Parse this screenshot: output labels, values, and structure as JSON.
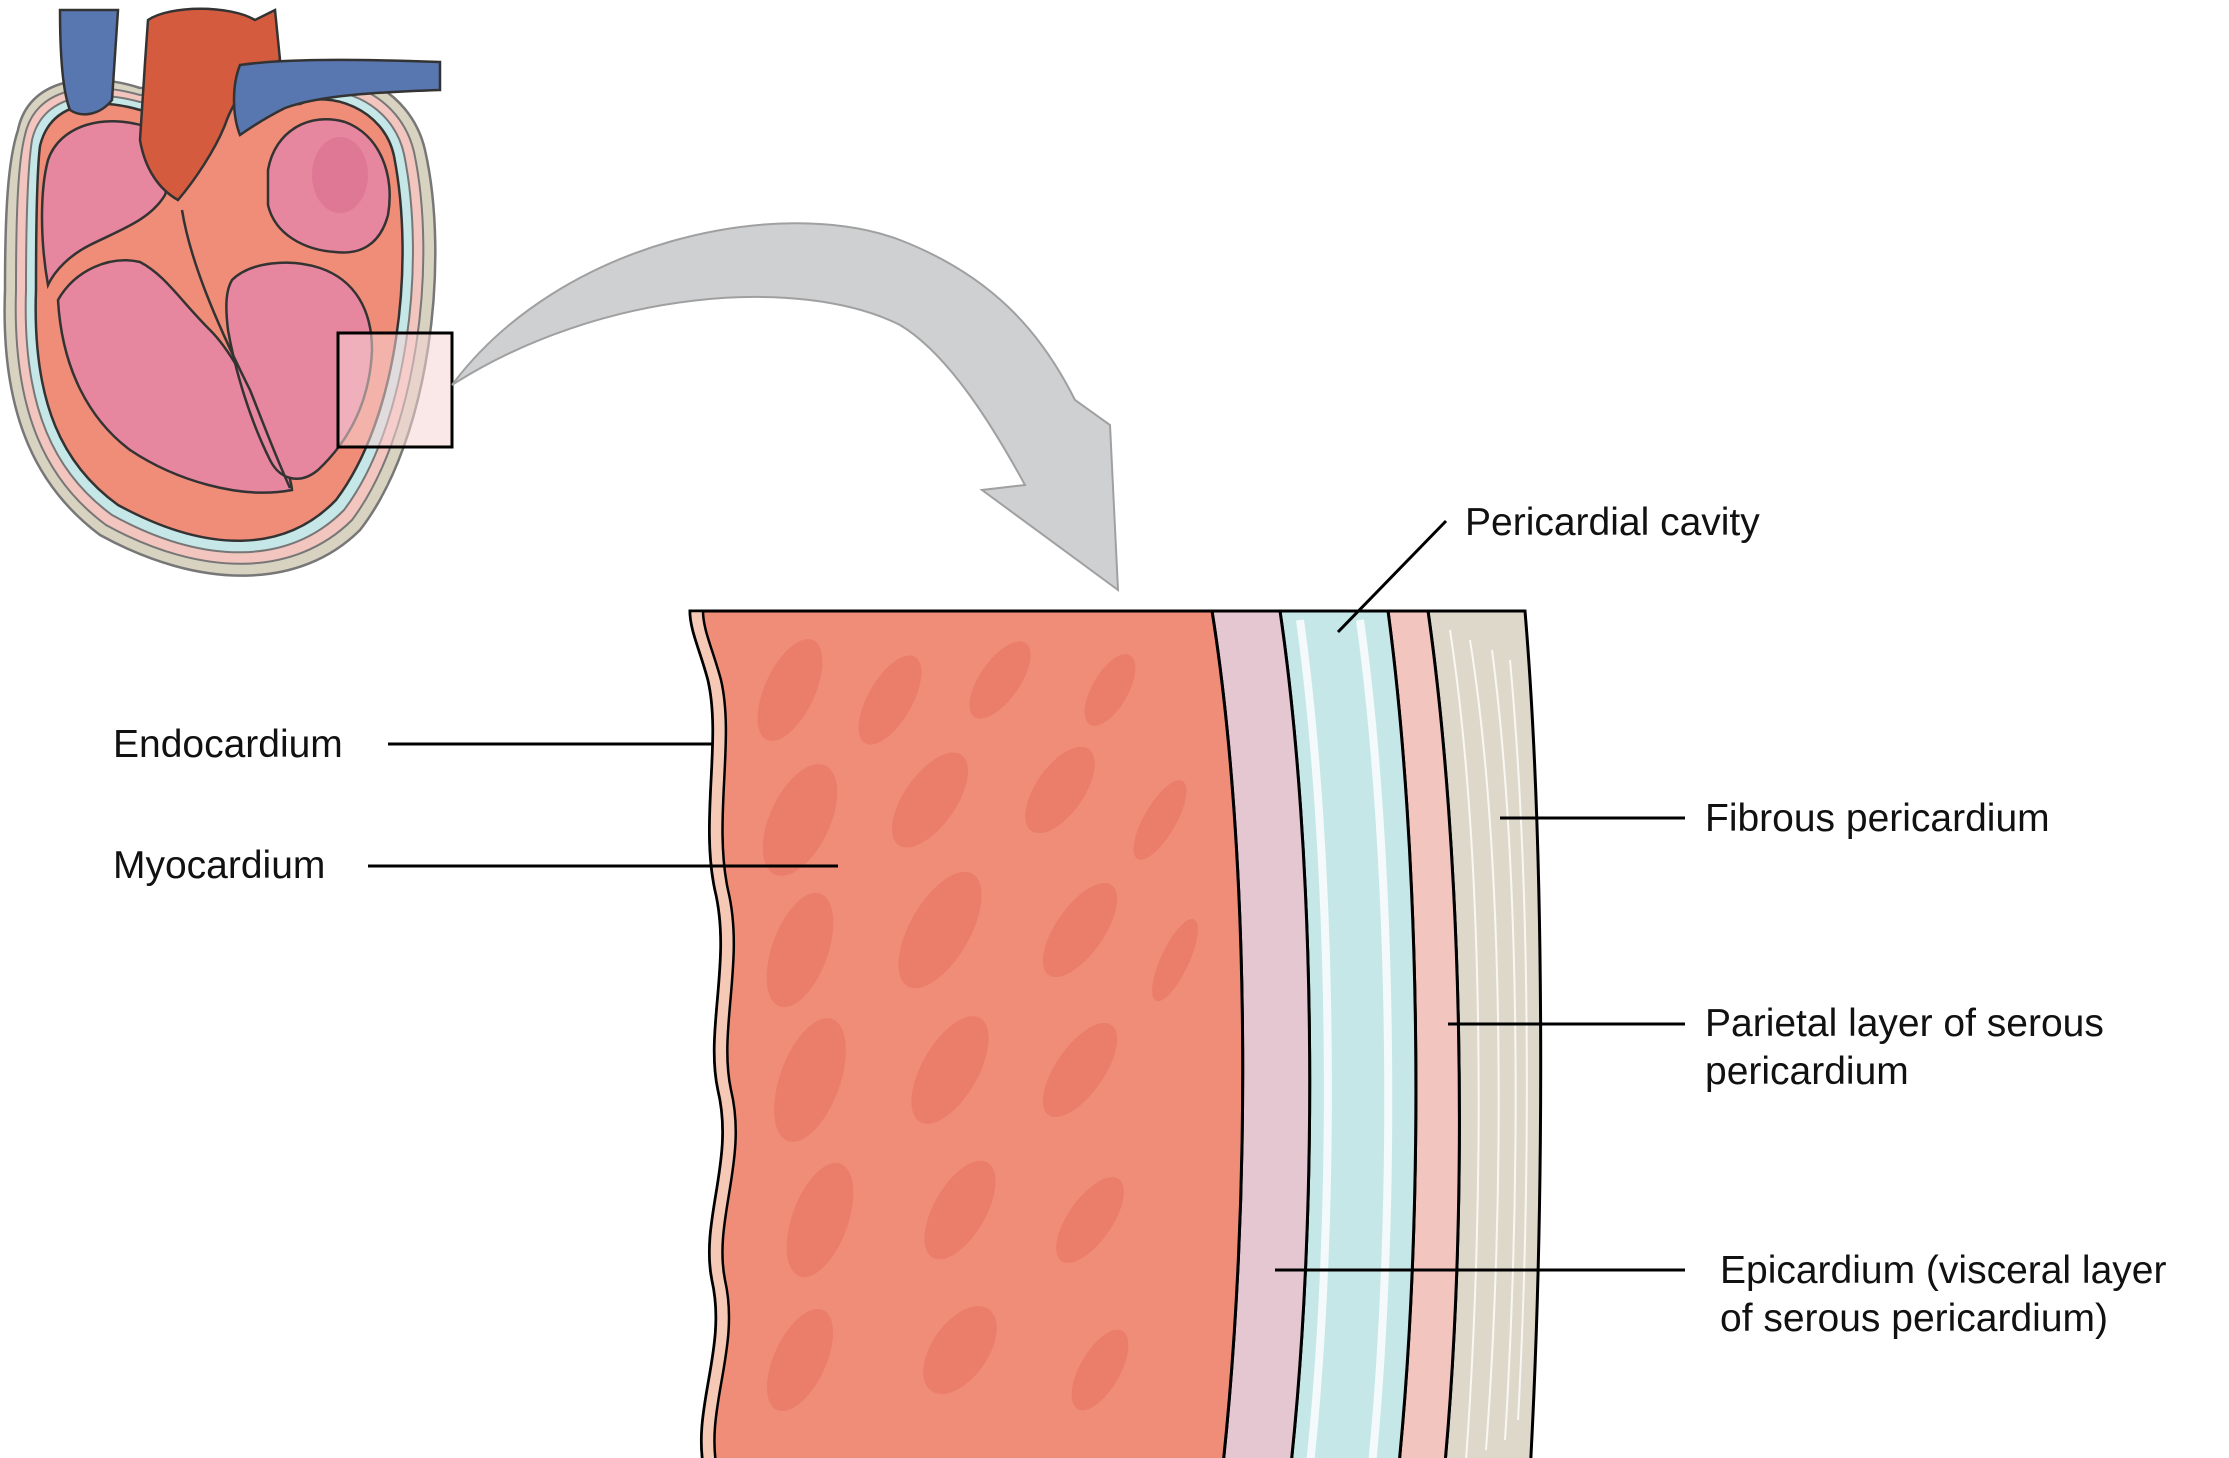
{
  "labels": {
    "pericardial_cavity": "Pericardial cavity",
    "endocardium": "Endocardium",
    "myocardium": "Myocardium",
    "fibrous_pericardium": "Fibrous pericardium",
    "parietal_layer": [
      "Parietal layer of serous",
      "pericardium"
    ],
    "epicardium": [
      "Epicardium (visceral layer",
      "of serous pericardium)"
    ]
  },
  "colors": {
    "myocardium": "#f08d78",
    "myocardium_fiber": "#e8735f",
    "endocardium": "#f6c9b6",
    "epicardium": "#e4c7d0",
    "pericardial_cavity": "#c6e7e8",
    "parietal_layer": "#f3c5bf",
    "fibrous_pericardium": "#ddd8c9",
    "heart_chamber": "#e6869f",
    "vein": "#5876b0",
    "aorta": "#d55b3e",
    "arrow": "#cfd0d2"
  },
  "icons": {
    "heart": "heart-cross-section-icon",
    "arrow": "curved-arrow-icon"
  }
}
